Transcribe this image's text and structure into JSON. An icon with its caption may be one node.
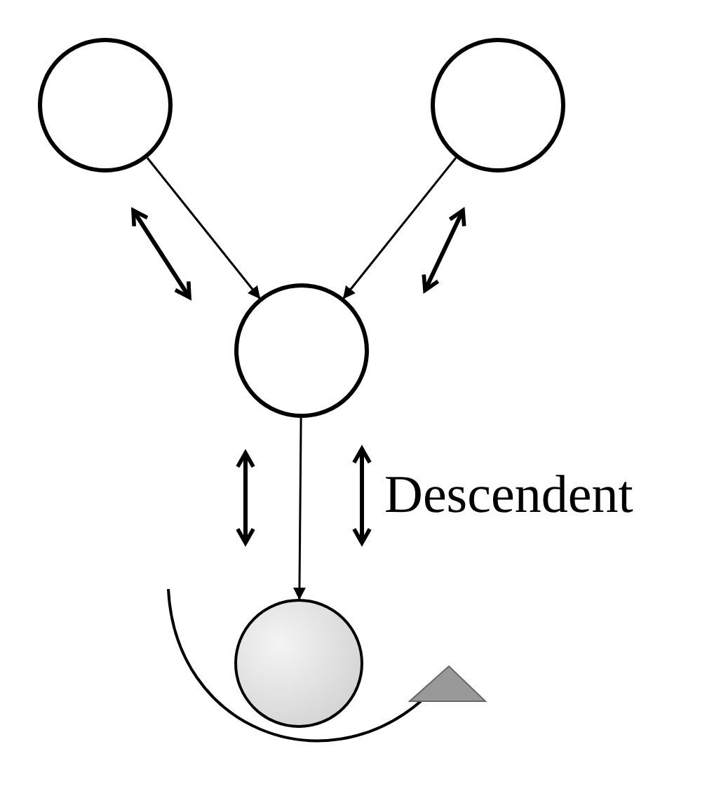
{
  "diagram": {
    "nodes": [
      {
        "text": [],
        "shape": "circle"
      },
      {
        "text": [],
        "shape": "circle"
      },
      {
        "text": [],
        "shape": "circle"
      },
      {
        "text": [],
        "shape": "circle"
      }
    ],
    "edges": [
      {
        "from": 0,
        "to": 2,
        "arrow": "to"
      },
      {
        "from": 1,
        "to": 2,
        "arrow": "to"
      },
      {
        "from": 2,
        "to": 3,
        "arrow": "to"
      }
    ],
    "labels": [
      "Descendent"
    ]
  }
}
